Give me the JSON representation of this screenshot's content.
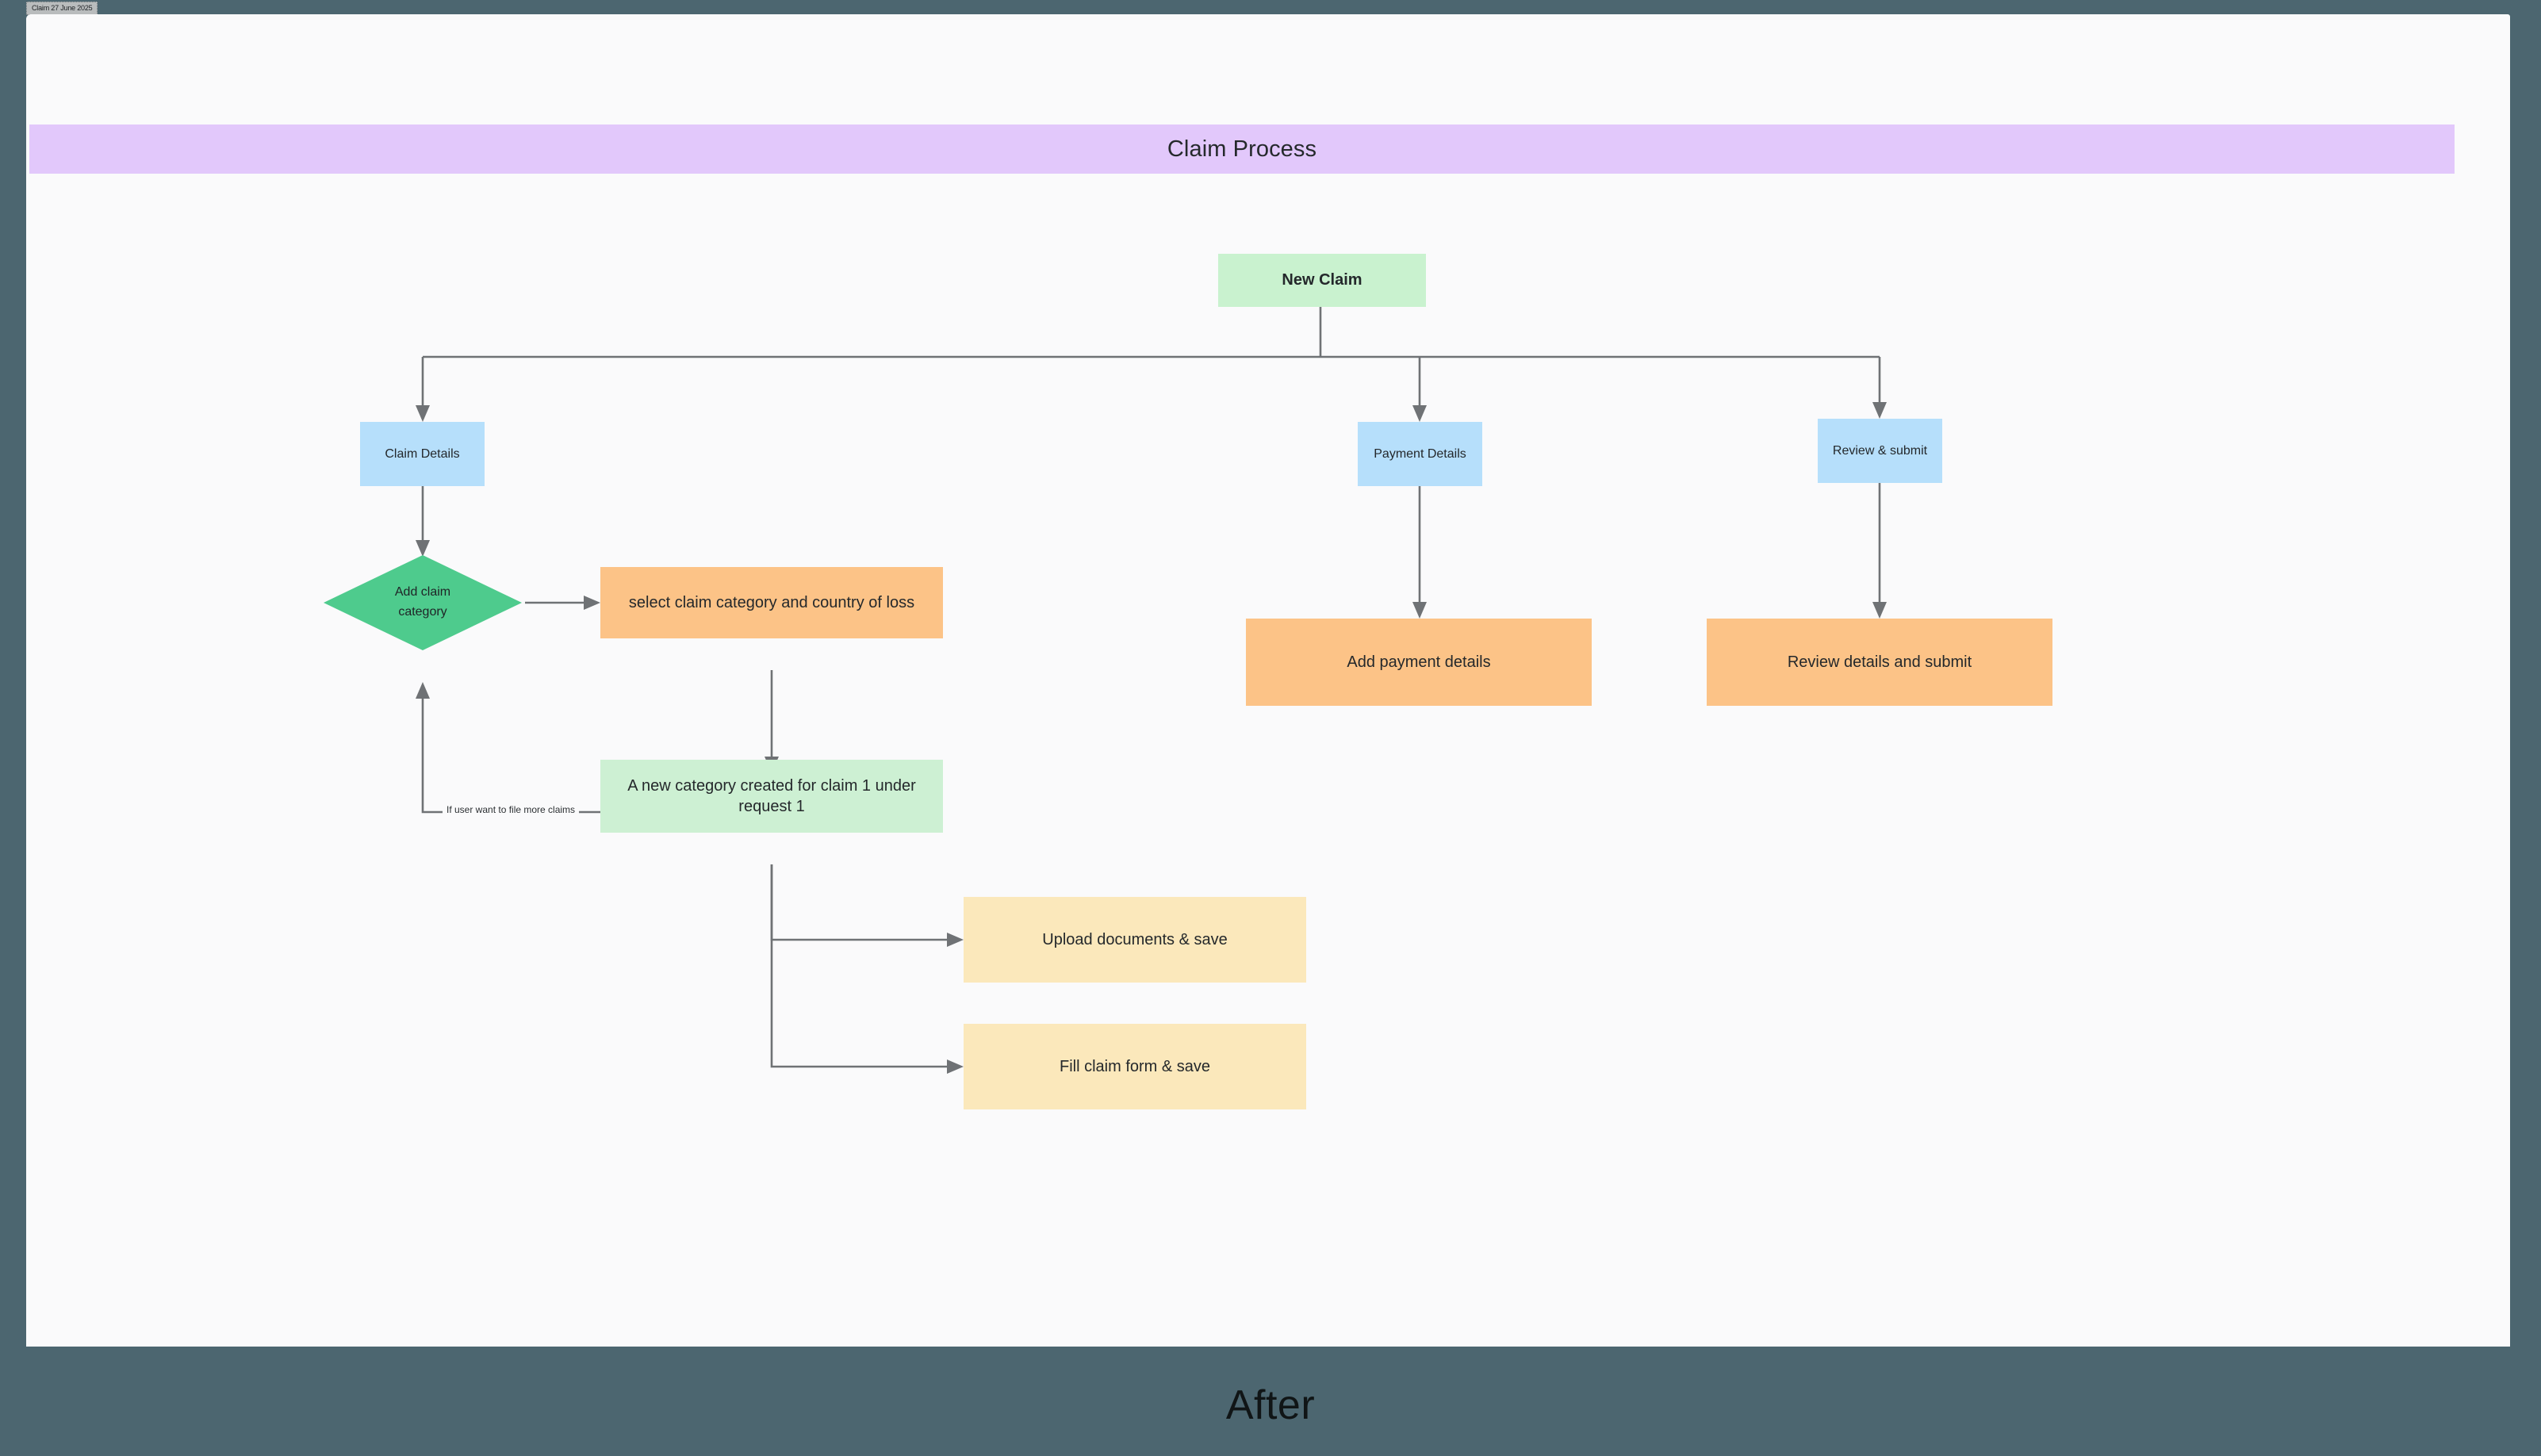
{
  "window": {
    "tab_label": "Claim 27 June 2025"
  },
  "canvas": {
    "background": "#fafafb",
    "page_background": "#4c6670"
  },
  "banner": {
    "title": "Claim Process",
    "color": "#e2c8fb"
  },
  "caption": {
    "text": "After"
  },
  "colors": {
    "node_green_bright": "#4ecb8d",
    "node_green_light": "#cdf0d3",
    "node_blue": "#b6dffb",
    "node_orange": "#fcc387",
    "node_yellow": "#fbe8bb",
    "banner_lavender": "#e2c8fb",
    "edge_gray": "#6f7275",
    "text_dark": "#24282b"
  },
  "flowchart": {
    "type": "flowchart",
    "direction": "top-down",
    "nodes": [
      {
        "id": "new-claim",
        "label": "New Claim",
        "shape": "rect",
        "color": "#c9f2cf"
      },
      {
        "id": "claim-details",
        "label": "Claim Details",
        "shape": "rect",
        "color": "#b6dffb"
      },
      {
        "id": "payment-details",
        "label": "Payment Details",
        "shape": "rect",
        "color": "#b6dffb"
      },
      {
        "id": "review-submit",
        "label": "Review & submit",
        "shape": "rect",
        "color": "#b6dffb"
      },
      {
        "id": "add-claim-category",
        "label_line1": "Add claim",
        "label_line2": "category",
        "shape": "diamond",
        "color": "#4ecb8d"
      },
      {
        "id": "select-category",
        "label": "select claim category and country of loss",
        "shape": "rect",
        "color": "#fcc387"
      },
      {
        "id": "new-category",
        "label": "A new category created for claim 1 under request 1",
        "shape": "rect",
        "color": "#cdf0d3"
      },
      {
        "id": "upload-documents",
        "label": "Upload documents & save",
        "shape": "rect",
        "color": "#fbe8bb"
      },
      {
        "id": "fill-claim-form",
        "label": "Fill claim form & save",
        "shape": "rect",
        "color": "#fbe8bb"
      },
      {
        "id": "add-payment",
        "label": "Add payment details",
        "shape": "rect",
        "color": "#fcc387"
      },
      {
        "id": "review-details",
        "label": "Review details and submit",
        "shape": "rect",
        "color": "#fcc387"
      }
    ],
    "edges": [
      {
        "from": "new-claim",
        "to": "claim-details",
        "label": ""
      },
      {
        "from": "new-claim",
        "to": "payment-details",
        "label": ""
      },
      {
        "from": "new-claim",
        "to": "review-submit",
        "label": ""
      },
      {
        "from": "claim-details",
        "to": "add-claim-category",
        "label": ""
      },
      {
        "from": "add-claim-category",
        "to": "select-category",
        "label": ""
      },
      {
        "from": "select-category",
        "to": "new-category",
        "label": ""
      },
      {
        "from": "new-category",
        "to": "upload-documents",
        "label": ""
      },
      {
        "from": "new-category",
        "to": "fill-claim-form",
        "label": ""
      },
      {
        "from": "new-category",
        "to": "add-claim-category",
        "label": "If user want to file more claims"
      },
      {
        "from": "payment-details",
        "to": "add-payment",
        "label": ""
      },
      {
        "from": "review-submit",
        "to": "review-details",
        "label": ""
      }
    ]
  }
}
